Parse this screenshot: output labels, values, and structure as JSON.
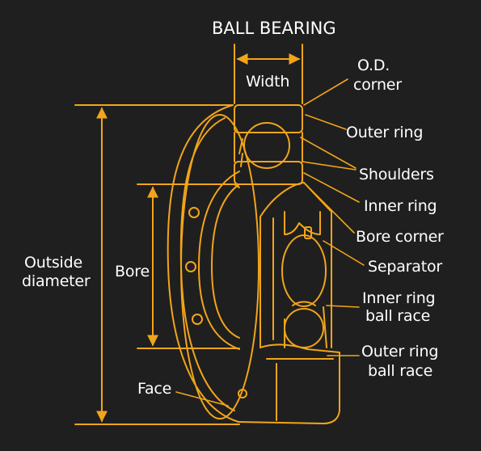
{
  "title": "BALL BEARING",
  "labels": {
    "width": "Width",
    "od_corner_1": "O.D.",
    "od_corner_2": "corner",
    "outer_ring": "Outer ring",
    "shoulders": "Shoulders",
    "inner_ring": "Inner ring",
    "bore_corner": "Bore corner",
    "separator": "Separator",
    "inner_ring_ball_race_1": "Inner ring",
    "inner_ring_ball_race_2": "ball race",
    "outer_ring_ball_race_1": "Outer ring",
    "outer_ring_ball_race_2": "ball race",
    "outside_diameter_1": "Outside",
    "outside_diameter_2": "diameter",
    "bore": "Bore",
    "face": "Face"
  },
  "colors": {
    "background": "#1f1f1f",
    "drawing": "#f2a51a",
    "text": "#ffffff"
  }
}
